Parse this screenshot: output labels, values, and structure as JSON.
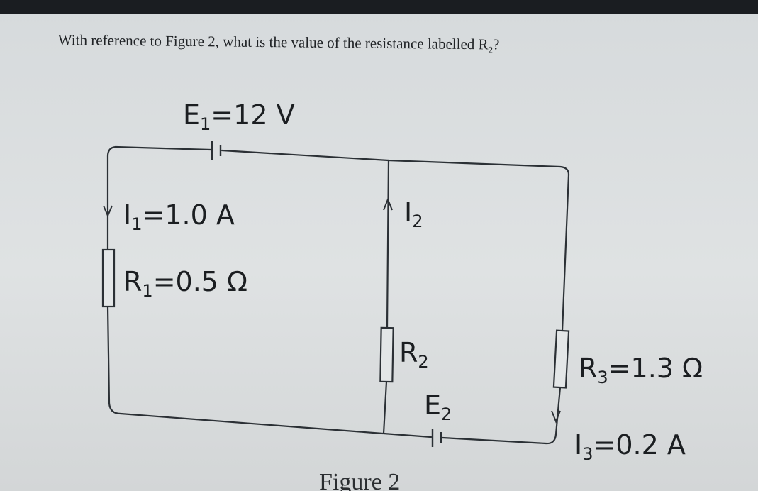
{
  "question": {
    "text": "With reference to Figure 2, what is the value of the resistance labelled R",
    "sub": "2",
    "tail": "?"
  },
  "labels": {
    "e1": {
      "main": "E",
      "sub": "1",
      "rest": "=12 V"
    },
    "i1": {
      "main": "I",
      "sub": "1",
      "rest": "=1.0 A"
    },
    "r1": {
      "main": "R",
      "sub": "1",
      "rest": "=0.5 Ω"
    },
    "i2": {
      "main": "I",
      "sub": "2",
      "rest": ""
    },
    "r2": {
      "main": "R",
      "sub": "2",
      "rest": ""
    },
    "e2": {
      "main": "E",
      "sub": "2",
      "rest": ""
    },
    "r3": {
      "main": "R",
      "sub": "3",
      "rest": "=1.3 Ω"
    },
    "i3": {
      "main": "I",
      "sub": "3",
      "rest": "=0.2 A"
    }
  },
  "figure_caption": "Figure 2",
  "colors": {
    "wire": "#2b3035",
    "text": "#1b1e21"
  }
}
